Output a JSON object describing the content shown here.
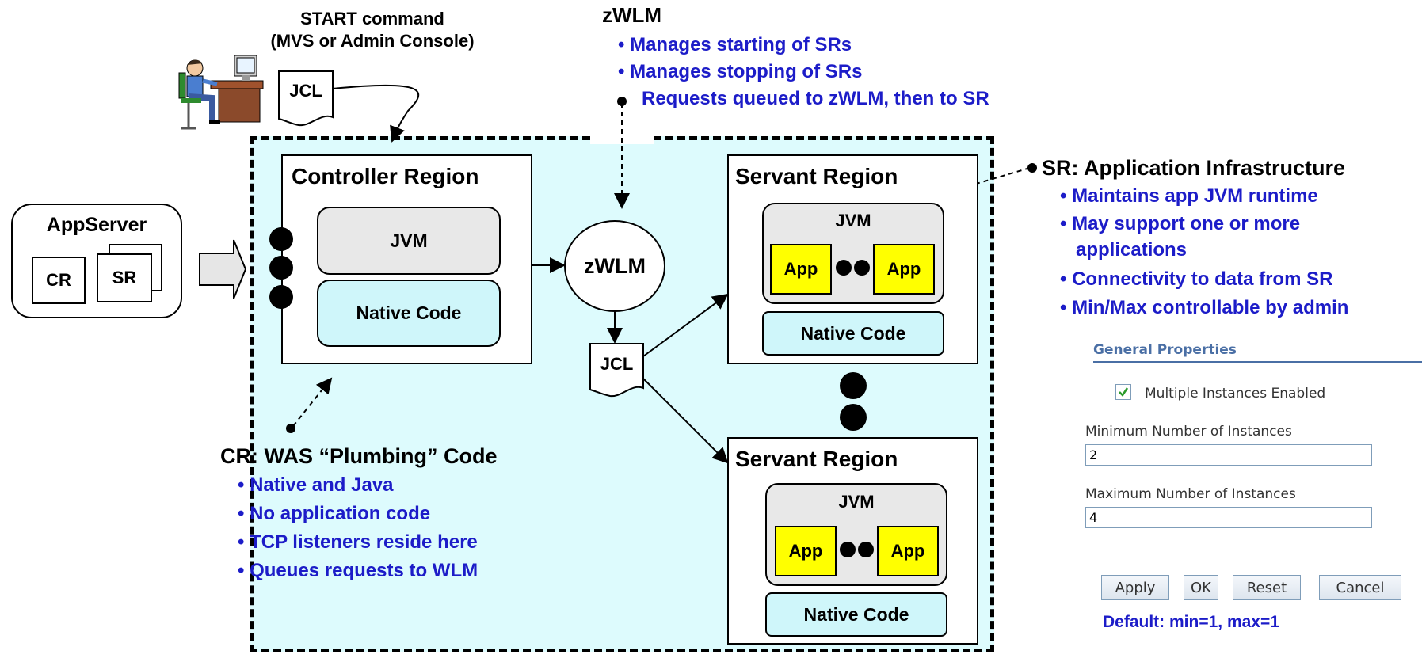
{
  "start": {
    "line1": "START command",
    "line2": "(MVS or Admin Console)"
  },
  "jcl_label": "JCL",
  "zwlm": {
    "title": "zWLM",
    "bullets": [
      "• Manages starting of SRs",
      "• Manages stopping of SRs",
      "Requests queued to zWLM, then to SR"
    ]
  },
  "appserver": {
    "title": "AppServer",
    "cr": "CR",
    "sr": "SR"
  },
  "controller": {
    "title": "Controller Region",
    "jvm": "JVM",
    "native": "Native Code"
  },
  "zwlm_node": "zWLM",
  "servant1": {
    "title": "Servant Region",
    "jvm": "JVM",
    "app1": "App",
    "app2": "App",
    "native": "Native Code"
  },
  "servant2": {
    "title": "Servant Region",
    "jvm": "JVM",
    "app1": "App",
    "app2": "App",
    "native": "Native Code"
  },
  "sr_info": {
    "title": "SR: Application Infrastructure",
    "bullets": [
      "• Maintains app JVM runtime",
      "• May support one or more",
      "applications",
      "• Connectivity to data from SR",
      "• Min/Max controllable by admin"
    ]
  },
  "cr_info": {
    "title": "CR: WAS “Plumbing” Code",
    "bullets": [
      "• Native and Java",
      "• No application code",
      "• TCP listeners reside here",
      "• Queues requests to WLM"
    ]
  },
  "form": {
    "heading": "General Properties",
    "checkbox_label": "Multiple Instances Enabled",
    "min_label": "Minimum Number of Instances",
    "min_value": "2",
    "max_label": "Maximum Number of Instances",
    "max_value": "4",
    "apply": "Apply",
    "ok": "OK",
    "reset": "Reset",
    "cancel": "Cancel",
    "default_note": "Default: min=1, max=1"
  },
  "colors": {
    "bullet_blue": "#1c1cc8",
    "container_bg": "#ddfbfd",
    "app_yellow": "#ffff00"
  }
}
